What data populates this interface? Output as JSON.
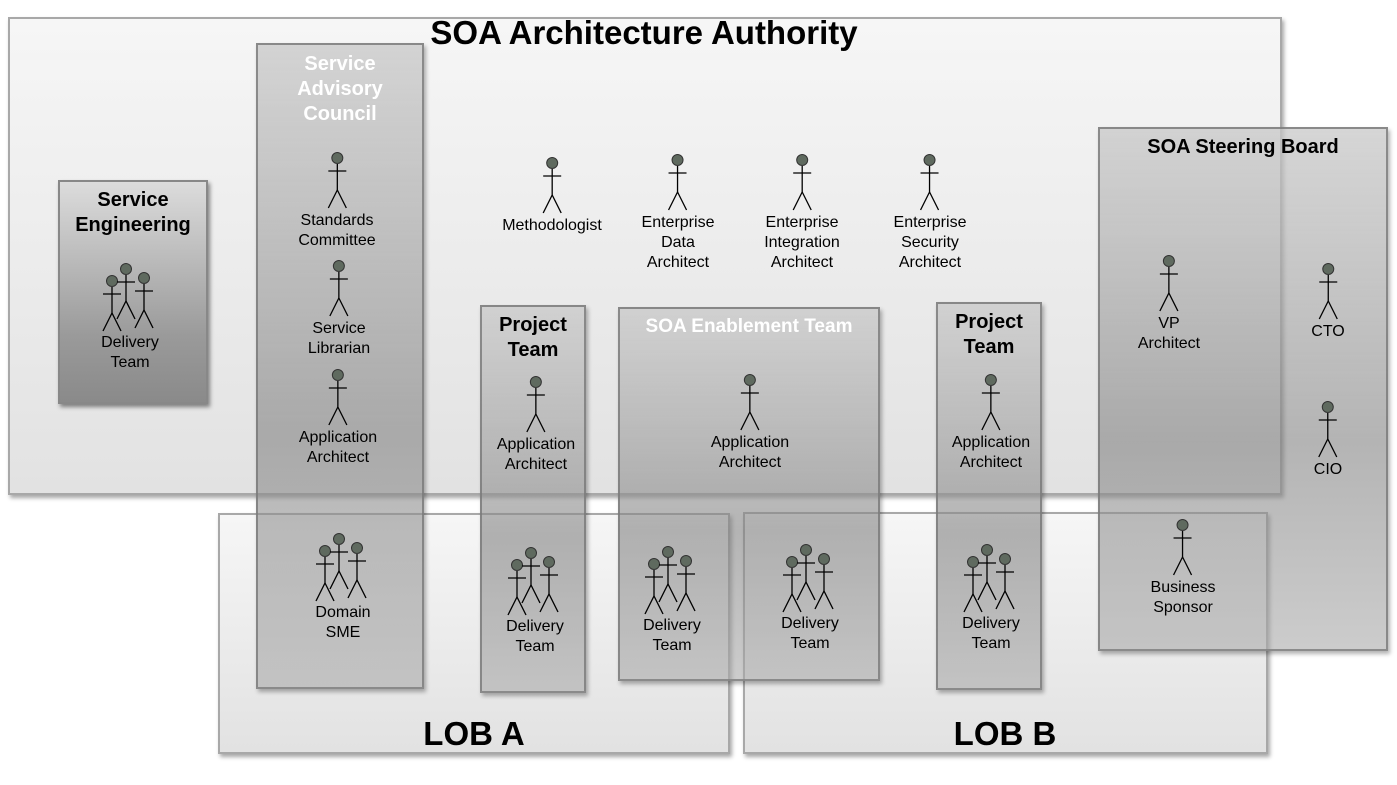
{
  "title": "SOA Architecture Authority",
  "groups": {
    "service_engineering": "Service\nEngineering",
    "service_advisory_council": "Service\nAdvisory\nCouncil",
    "project_team_1": "Project\nTeam",
    "soa_enablement_team": "SOA Enablement Team",
    "project_team_2": "Project\nTeam",
    "soa_steering_board": "SOA Steering Board",
    "lob_a": "LOB A",
    "lob_b": "LOB B"
  },
  "actors": [
    {
      "label": "Delivery\nTeam"
    },
    {
      "label": "Standards\nCommittee"
    },
    {
      "label": "Service\nLibrarian"
    },
    {
      "label": "Application\nArchitect"
    },
    {
      "label": "Domain\nSME"
    },
    {
      "label": "Methodologist"
    },
    {
      "label": "Enterprise\nData\nArchitect"
    },
    {
      "label": "Enterprise\nIntegration\nArchitect"
    },
    {
      "label": "Enterprise\nSecurity\nArchitect"
    },
    {
      "label": "Application\nArchitect"
    },
    {
      "label": "Delivery\nTeam"
    },
    {
      "label": "Application\nArchitect"
    },
    {
      "label": "Delivery\nTeam"
    },
    {
      "label": "Delivery\nTeam"
    },
    {
      "label": "Application\nArchitect"
    },
    {
      "label": "Delivery\nTeam"
    },
    {
      "label": "VP\nArchitect"
    },
    {
      "label": "CTO"
    },
    {
      "label": "CIO"
    },
    {
      "label": "Business\nSponsor"
    }
  ],
  "colors": {
    "head": "#5f6a5f",
    "line": "#000000"
  }
}
